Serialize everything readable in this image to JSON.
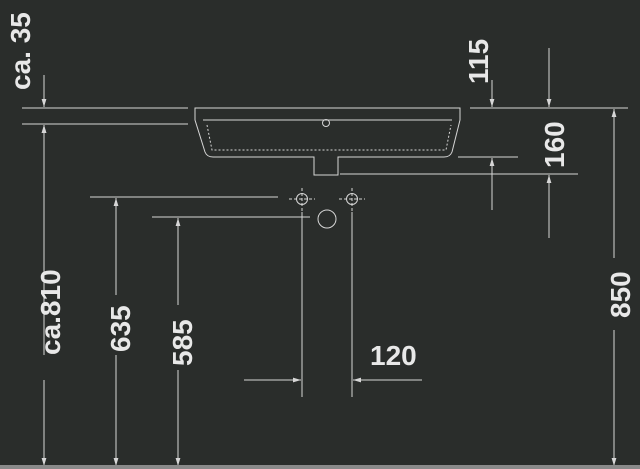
{
  "colors": {
    "background": "#2a2d2b",
    "line": "#d6d6d6",
    "floor": "#8a8a8a"
  },
  "labels": {
    "ca35": "ca. 35",
    "d115": "115",
    "d160": "160",
    "ca810": "ca.810",
    "d635": "635",
    "d585": "585",
    "d120": "120",
    "d850": "850"
  }
}
